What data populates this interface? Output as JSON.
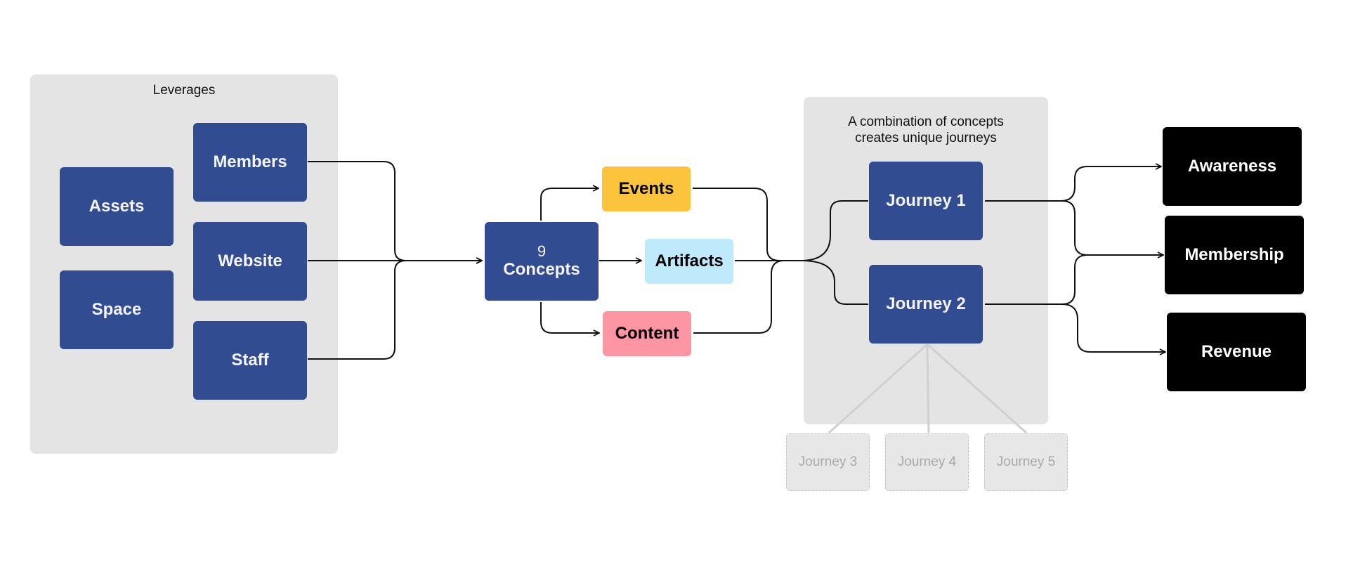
{
  "colors": {
    "background": "#ffffff",
    "panel": "#e4e4e4",
    "node_blue": "#324c91",
    "events": "#fcc33d",
    "artifacts": "#bfeafb",
    "content": "#fd95a3",
    "outcome": "#000000",
    "connector": "#111111",
    "ghost_connector": "#d0d0d0"
  },
  "leverages": {
    "caption": "Leverages",
    "items": [
      "Assets",
      "Space",
      "Members",
      "Website",
      "Staff"
    ]
  },
  "concepts": {
    "count": "9",
    "label": "Concepts"
  },
  "concept_types": [
    "Events",
    "Artifacts",
    "Content"
  ],
  "journeys": {
    "caption_line1": "A combination of concepts",
    "caption_line2": "creates unique journeys",
    "active": [
      "Journey 1",
      "Journey 2"
    ],
    "potential": [
      "Journey 3",
      "Journey 4",
      "Journey 5"
    ]
  },
  "outcomes": [
    "Awareness",
    "Membership",
    "Revenue"
  ]
}
